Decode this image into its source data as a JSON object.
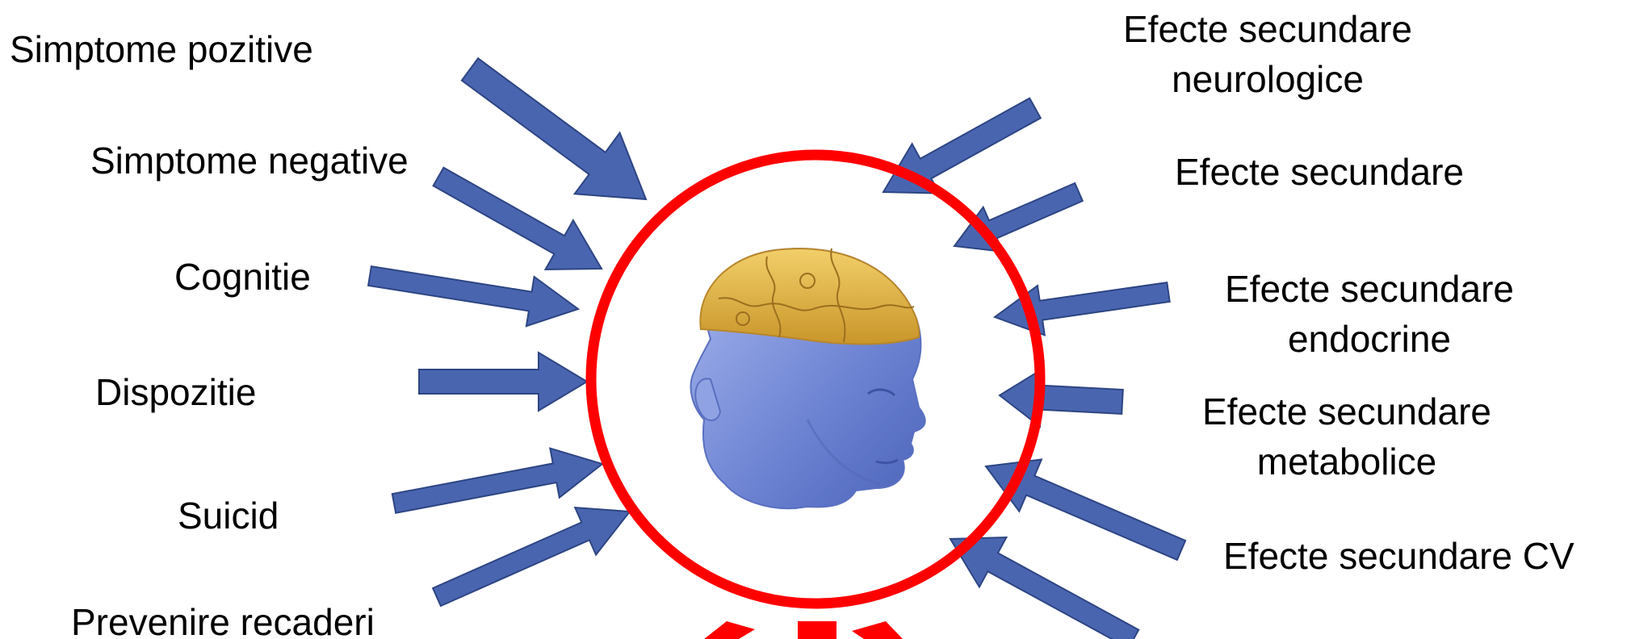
{
  "labels": {
    "left": {
      "positive_symptoms": "Simptome pozitive",
      "negative_symptoms": "Simptome negative",
      "cognition": "Cognitie",
      "mood": "Dispozitie",
      "suicide": "Suicid",
      "relapse_prevention": "Prevenire recaderi"
    },
    "right": {
      "neuro_line1": "Efecte secundare",
      "neuro_line2": "neurologice",
      "side_effects": "Efecte secundare",
      "endocrine_line1": "Efecte secundare",
      "endocrine_line2": "endocrine",
      "metabolic_line1": "Efecte secundare",
      "metabolic_line2": "metabolice",
      "cv": "Efecte secundare CV"
    }
  },
  "colors": {
    "arrow_fill": "#4a65b0",
    "arrow_stroke": "#2d4583",
    "circle": "#ff0000",
    "brain": "#e8b64a",
    "face": "#7d93d9"
  },
  "icons": {
    "center_image": "head-with-puzzle-brain-icon"
  }
}
